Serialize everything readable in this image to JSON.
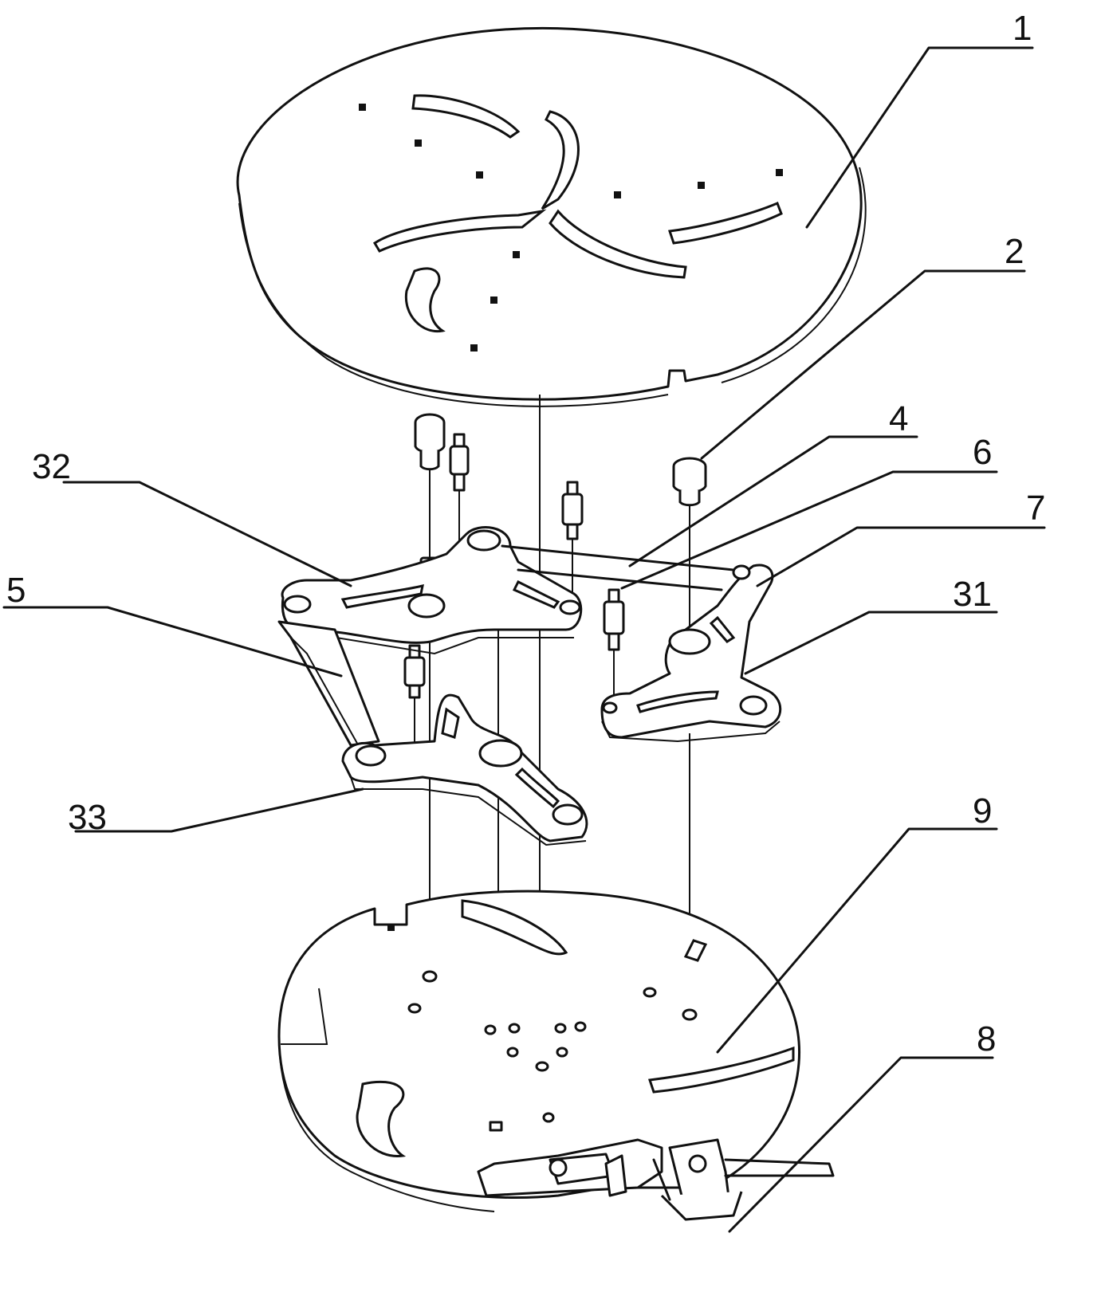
{
  "figure": {
    "callouts": [
      "1",
      "2",
      "4",
      "6",
      "7",
      "31",
      "32",
      "5",
      "33",
      "9",
      "8"
    ]
  }
}
